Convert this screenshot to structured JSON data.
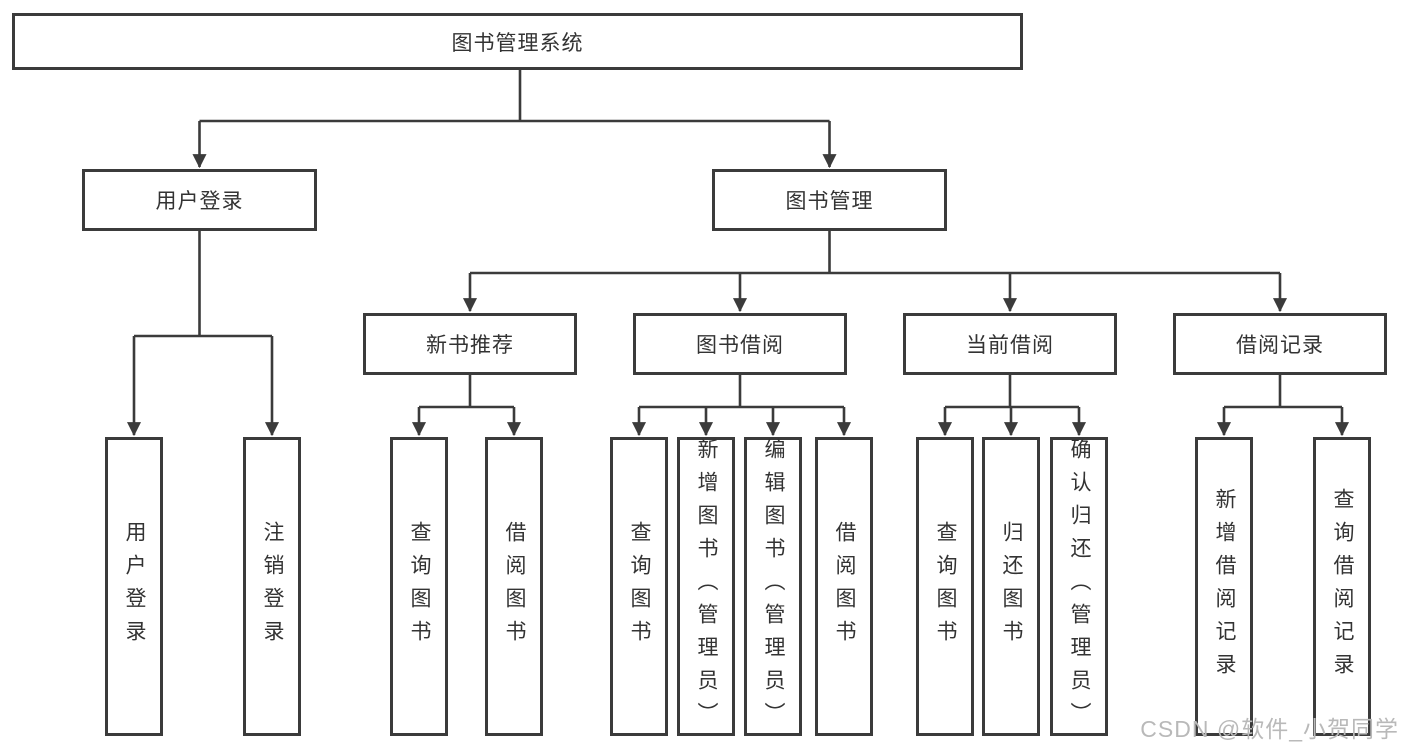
{
  "diagram": {
    "root": {
      "label": "图书管理系统"
    },
    "branches": {
      "user_login": {
        "label": "用户登录",
        "children": [
          {
            "label": "用户登录"
          },
          {
            "label": "注销登录"
          }
        ]
      },
      "book_management": {
        "label": "图书管理",
        "modules": [
          {
            "label": "新书推荐",
            "children": [
              {
                "label": "查询图书"
              },
              {
                "label": "借阅图书"
              }
            ]
          },
          {
            "label": "图书借阅",
            "children": [
              {
                "label": "查询图书"
              },
              {
                "label": "新增图书（管理员）"
              },
              {
                "label": "编辑图书（管理员）"
              },
              {
                "label": "借阅图书"
              }
            ]
          },
          {
            "label": "当前借阅",
            "children": [
              {
                "label": "查询图书"
              },
              {
                "label": "归还图书"
              },
              {
                "label": "确认归还（管理员）"
              }
            ]
          },
          {
            "label": "借阅记录",
            "children": [
              {
                "label": "新增借阅记录"
              },
              {
                "label": "查询借阅记录"
              }
            ]
          }
        ]
      }
    }
  },
  "watermark": {
    "text": "CSDN @软件_小贺同学"
  },
  "colors": {
    "line": "#3b3b3b",
    "text": "#333333",
    "watermark": "#b9b9b9",
    "background": "#ffffff"
  }
}
